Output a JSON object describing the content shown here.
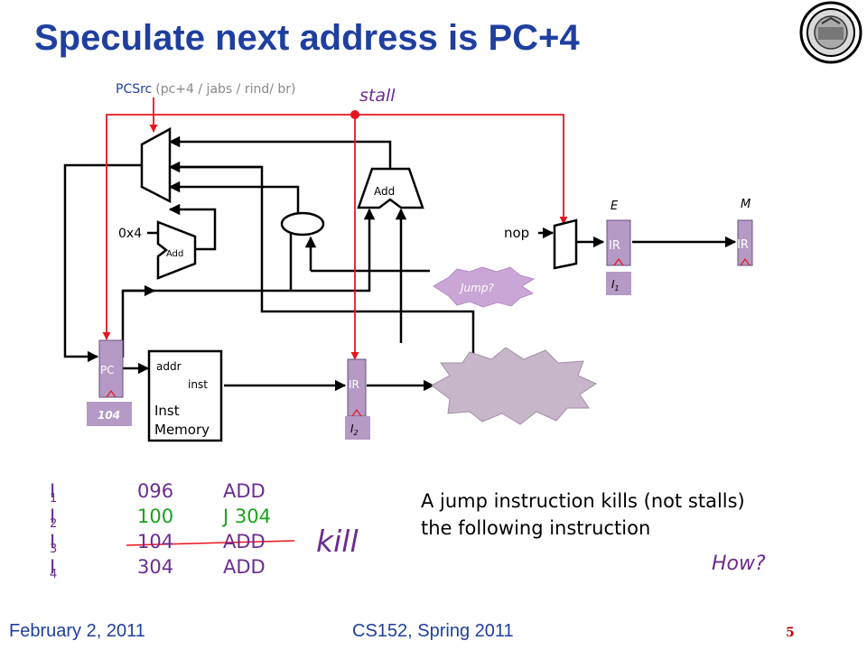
{
  "slide": {
    "title": "Speculate next address is PC+4",
    "footer_date": "February 2, 2011",
    "footer_course": "CS152, Spring 2011",
    "page_number": "5"
  },
  "diagram": {
    "pcsrc_label": "PCSrc",
    "pcsrc_options": "(pc+4 / jabs / rind/ br)",
    "stall_label": "stall",
    "const_label": "0x4",
    "adder_small_label": "Add",
    "adder_big_label": "Add",
    "pc_label": "PC",
    "pc_value": "104",
    "imem_addr_label": "addr",
    "imem_inst_label": "inst",
    "imem_title_1": "Inst",
    "imem_title_2": "Memory",
    "ir_d_label": "IR",
    "ir_d_instr": "I2",
    "nop_label": "nop",
    "jump_label": "Jump?",
    "stage_e_label": "E",
    "stage_m_label": "M",
    "ir_e_label": "IR",
    "ir_e_instr": "I1",
    "ir_m_label": "IR"
  },
  "instructions": [
    {
      "name": "I",
      "sub": "1",
      "addr": "096",
      "op": "ADD",
      "color": "#6b2c91"
    },
    {
      "name": "I",
      "sub": "2",
      "addr": "100",
      "op": "J 304",
      "color": "#1aa31a"
    },
    {
      "name": "I",
      "sub": "3",
      "addr": "104",
      "op": "ADD",
      "color": "#6b2c91"
    },
    {
      "name": "I",
      "sub": "4",
      "addr": "304",
      "op": "ADD",
      "color": "#6b2c91"
    }
  ],
  "kill_label": "kill",
  "note_line1": "A jump instruction kills (not stalls)",
  "note_line2": "the following instruction",
  "how_label": "How?",
  "colors": {
    "title": "#1f3fa0",
    "register_fill": "#b49ac4",
    "control_wire": "#e8151f",
    "accent_purple": "#6b2c91",
    "cloud_fill": "#c7b6c9"
  }
}
